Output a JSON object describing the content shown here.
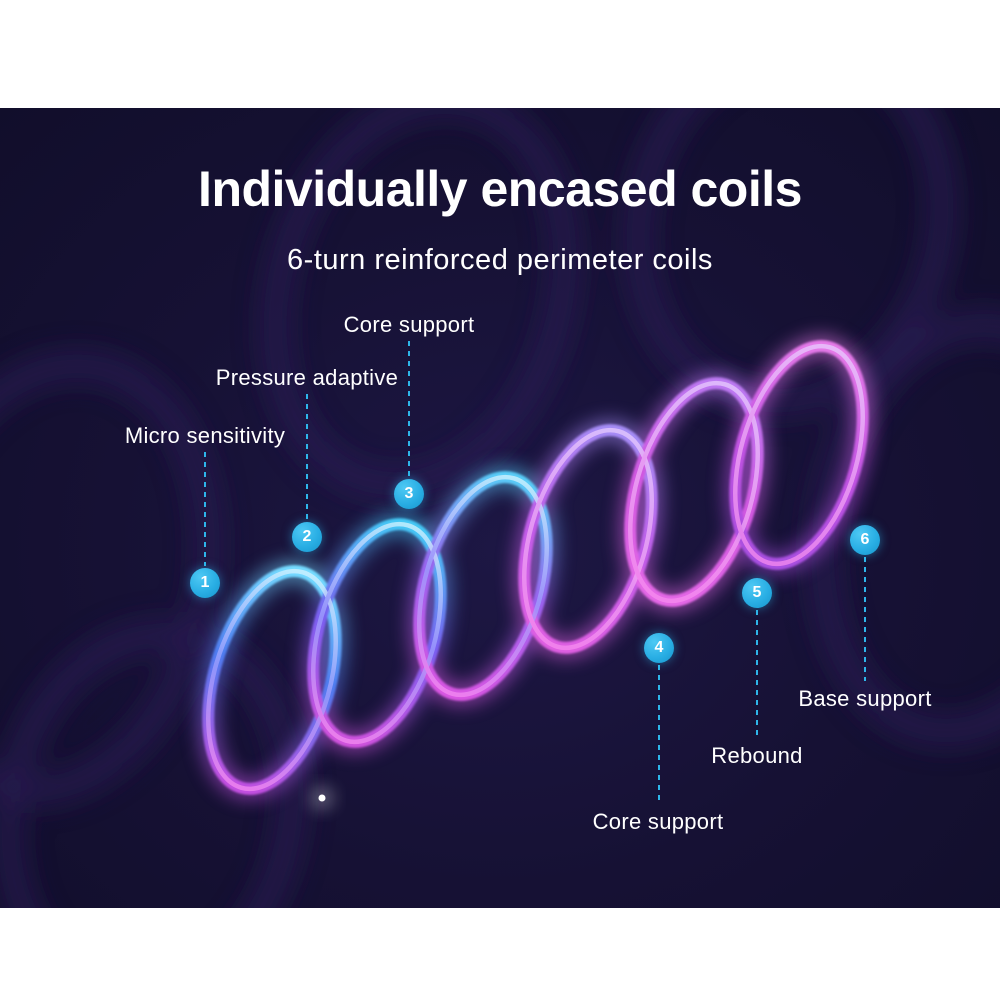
{
  "header": {
    "title": "Individually encased coils",
    "subtitle": "6-turn reinforced perimeter coils"
  },
  "callouts": [
    {
      "number": "1",
      "label": "Micro sensitivity"
    },
    {
      "number": "2",
      "label": "Pressure adaptive"
    },
    {
      "number": "3",
      "label": "Core support"
    },
    {
      "number": "4",
      "label": "Core support"
    },
    {
      "number": "5",
      "label": "Rebound"
    },
    {
      "number": "6",
      "label": "Base support"
    }
  ],
  "colors": {
    "page_frame": "#ffffff",
    "panel_background": "#161134",
    "text": "#ffffff",
    "accent_marker": "#29aee4",
    "accent_line": "#2eb6ea",
    "coil_cyan": "#6fd8ff",
    "coil_blue": "#4f7cf0",
    "coil_purple": "#9a5cf0",
    "coil_magenta": "#d853e0"
  }
}
